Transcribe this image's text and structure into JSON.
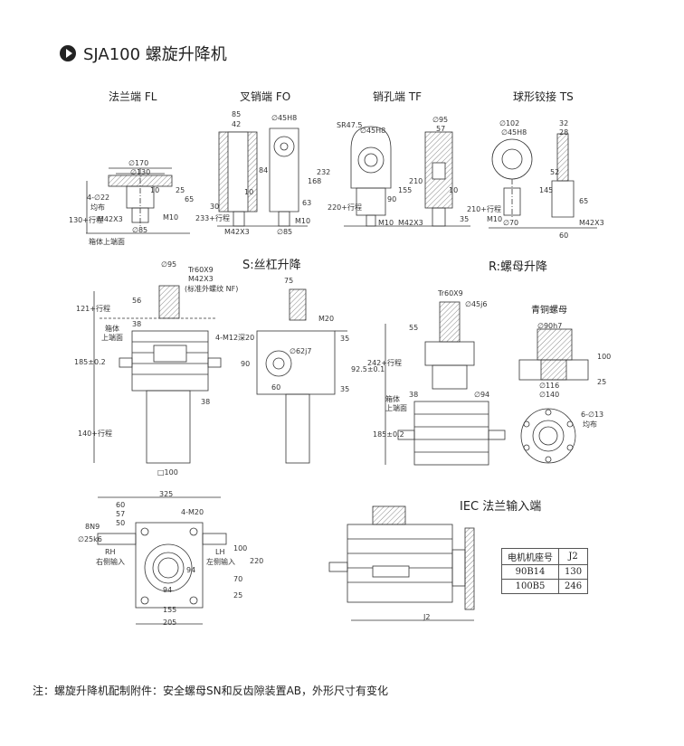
{
  "title": "SJA100 螺旋升降机",
  "top_labels": {
    "fl": "法兰端 FL",
    "fo": "叉销端 FO",
    "tf": "销孔端 TF",
    "ts": "球形铰接 TS"
  },
  "section_labels": {
    "s": "S:丝杠升降",
    "r": "R:螺母升降",
    "bronze_nut": "青铜螺母",
    "iec": "IEC 法兰输入端"
  },
  "dims": {
    "fl_170": "∅170",
    "fl_130": "∅130",
    "fl_4x22": "4-∅22",
    "fl_even": "均布",
    "fl_m42": "M42X3",
    "fl_85": "∅85",
    "fl_m10": "M10",
    "fl_10": "10",
    "fl_25": "25",
    "fl_65": "65",
    "fl_130stroke": "130+行程",
    "fl_box": "箱体上端面",
    "fo_85": "85",
    "fo_42": "42",
    "fo_45h8": "∅45H8",
    "fo_84": "84",
    "fo_232": "232",
    "fo_168": "168",
    "fo_63": "63",
    "fo_30": "30",
    "fo_233": "233+行程",
    "fo_10": "10",
    "fo_m42": "M42X3",
    "fo_m10": "M10",
    "fo_85d": "∅85",
    "tf_sr": "SR47.5",
    "tf_45h8": "∅45H8",
    "tf_95": "∅95",
    "tf_57": "57",
    "tf_210": "210",
    "tf_155": "155",
    "tf_90": "90",
    "tf_10": "10",
    "tf_220": "220+行程",
    "tf_m10": "M10",
    "tf_m42": "M42X3",
    "tf_35": "35",
    "ts_102": "∅102",
    "ts_45h8": "∅45H8",
    "ts_32": "32",
    "ts_28": "28",
    "ts_52": "52",
    "ts_145": "145",
    "ts_65": "65",
    "ts_210": "210+行程",
    "ts_m10": "M10",
    "ts_70": "∅70",
    "ts_60": "60",
    "ts_m42": "M42X3",
    "s_95": "∅95",
    "s_tr": "Tr60X9",
    "s_m42": "M42X3",
    "s_std": "(标准外螺纹 NF)",
    "s_56": "56",
    "s_38": "38",
    "s_121": "121+行程",
    "s_box1": "箱体",
    "s_box2": "上端面",
    "s_185": "185±0.2",
    "s_38b": "38",
    "s_140": "140+行程",
    "s_100": "□100",
    "s_75": "75",
    "s_m20": "M20",
    "s_4m12": "4-M12深20",
    "s_62": "∅62j7",
    "s_90": "90",
    "s_35a": "35",
    "s_60": "60",
    "s_925": "92.5±0.1",
    "s_35b": "35",
    "r_tr": "Tr60X9",
    "r_45": "∅45j6",
    "r_55": "55",
    "r_242": "242+行程",
    "r_38": "38",
    "r_94": "∅94",
    "r_box1": "箱体",
    "r_box2": "上端面",
    "r_185": "185±0.2",
    "n_90": "∅90h7",
    "n_100": "100",
    "n_25": "25",
    "n_116": "∅116",
    "n_140": "∅140",
    "n_613": "6-∅13",
    "n_even": "均布",
    "b_325": "325",
    "b_60": "60",
    "b_57": "57",
    "b_50": "50",
    "b_4m20": "4-M20",
    "b_8n9": "8N9",
    "b_25": "∅25k6",
    "b_rh": "RH",
    "b_rh2": "右侧输入",
    "b_lh": "LH",
    "b_lh2": "左侧输入",
    "b_100": "100",
    "b_220": "220",
    "b_94a": "94",
    "b_94b": "94",
    "b_70": "70",
    "b_25b": "25",
    "b_155": "155",
    "b_205": "205",
    "i_j2": "J2"
  },
  "table": {
    "headers": [
      "电机机座号",
      "J2"
    ],
    "rows": [
      [
        "90B14",
        "130"
      ],
      [
        "100B5",
        "246"
      ]
    ]
  },
  "footer": "注：螺旋升降机配制附件：安全螺母SN和反齿隙装置AB，外形尺寸有变化"
}
